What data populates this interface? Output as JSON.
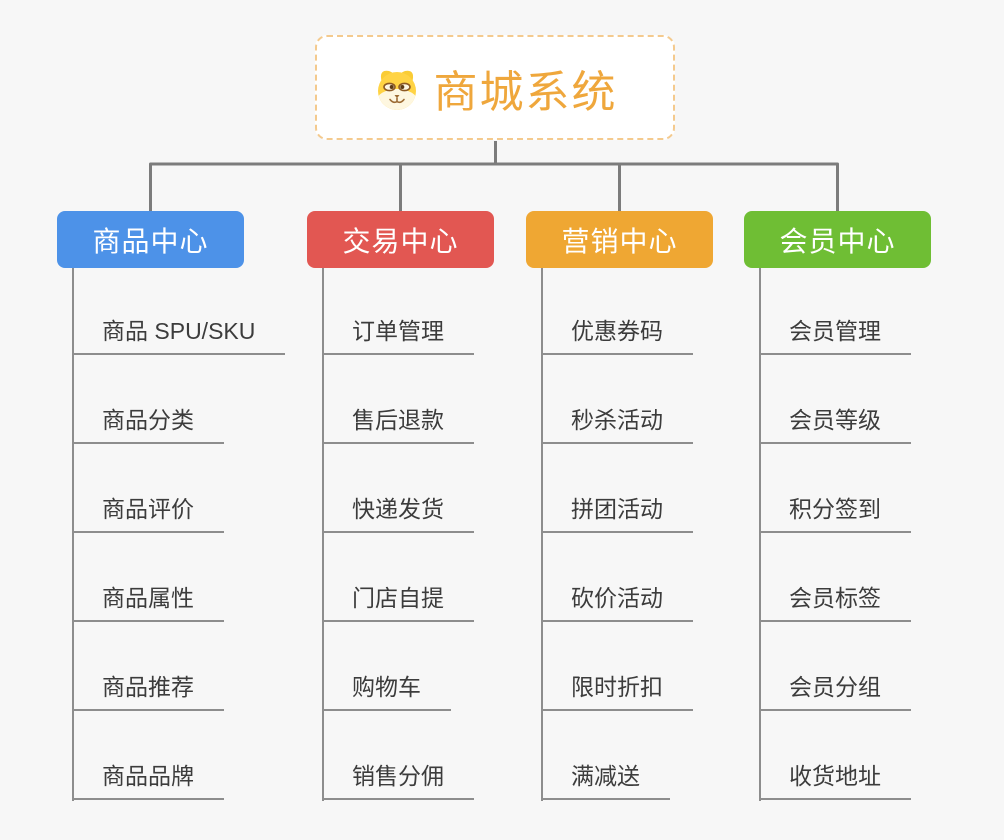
{
  "root": {
    "title": "商城系统",
    "icon": "dog-face-icon",
    "title_color": "#EFA73C",
    "border_color": "#F4CA8E"
  },
  "branches": [
    {
      "label": "商品中心",
      "color": "#4D92E8",
      "items": [
        "商品 SPU/SKU",
        "商品分类",
        "商品评价",
        "商品属性",
        "商品推荐",
        "商品品牌"
      ]
    },
    {
      "label": "交易中心",
      "color": "#E25752",
      "items": [
        "订单管理",
        "售后退款",
        "快递发货",
        "门店自提",
        "购物车",
        "销售分佣"
      ]
    },
    {
      "label": "营销中心",
      "color": "#EFA733",
      "items": [
        "优惠券码",
        "秒杀活动",
        "拼团活动",
        "砍价活动",
        "限时折扣",
        "满减送"
      ]
    },
    {
      "label": "会员中心",
      "color": "#6FBE34",
      "items": [
        "会员管理",
        "会员等级",
        "积分签到",
        "会员标签",
        "会员分组",
        "收货地址"
      ]
    }
  ],
  "colors": {
    "background": "#F7F7F7",
    "connector": "#7C7C7C",
    "leaf_line": "#8D8D8D",
    "leaf_text": "#3C3C3C"
  }
}
